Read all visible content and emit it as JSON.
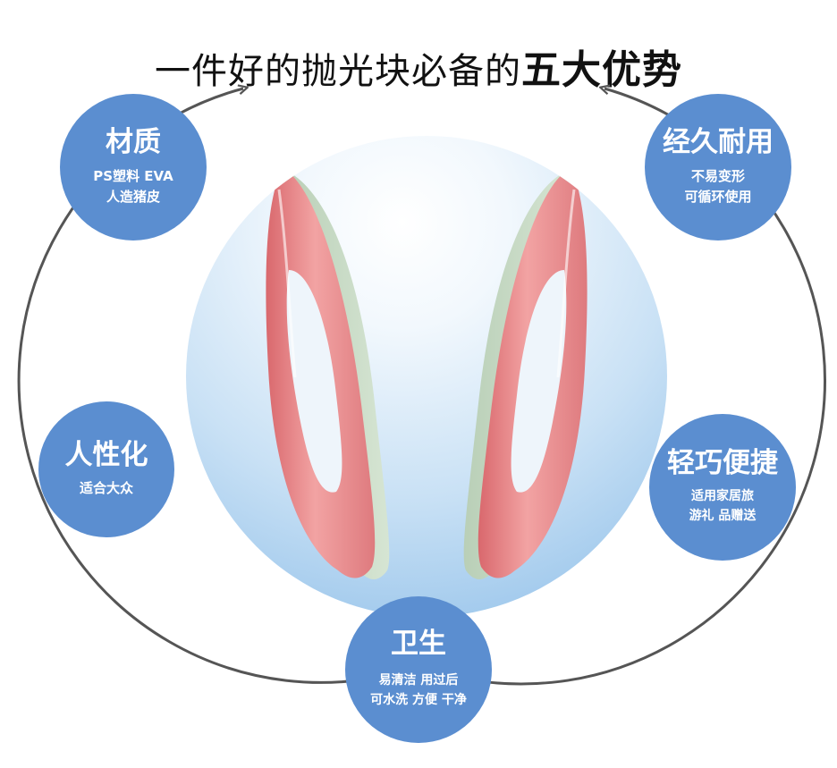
{
  "title": {
    "prefix": "一件好的抛光块必备的",
    "emphasis": "五大优势"
  },
  "product": {
    "image_icon": "polishing-block-pair-image",
    "colors": {
      "bubble_blue": "#5b8ed0",
      "shell_pink": "#e88a8c",
      "pad_green": "#c9dcc7",
      "ring_gray": "#555555"
    }
  },
  "features": [
    {
      "heading": "材质",
      "lines": [
        "PS塑料 EVA",
        "人造猪皮"
      ]
    },
    {
      "heading": "经久耐用",
      "lines": [
        "不易变形",
        "可循环使用"
      ]
    },
    {
      "heading": "人性化",
      "lines": [
        "适合大众"
      ]
    },
    {
      "heading": "轻巧便捷",
      "lines": [
        "适用家居旅",
        "游礼 品赠送"
      ]
    },
    {
      "heading": "卫生",
      "lines": [
        "易清洁 用过后",
        "可水洗 方便 干净"
      ]
    }
  ]
}
